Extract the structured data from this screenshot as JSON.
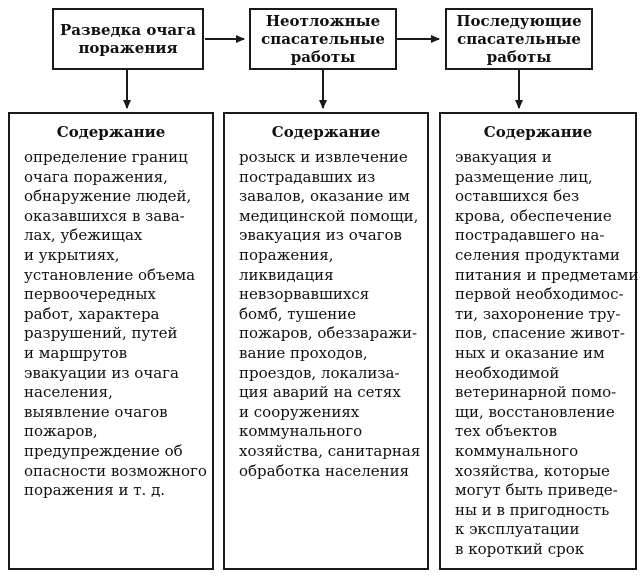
{
  "columns": [
    {
      "header_lines": [
        "Разведка очага",
        "поражения"
      ],
      "content_title": "Содержание",
      "content_lines": [
        "определение границ",
        "очага поражения,",
        "обнаружение людей,",
        "оказавшихся в зава-",
        "лах, убежищах",
        "и укрытиях,",
        "установление объема",
        "первоочередных",
        "работ, характера",
        "разрушений, путей",
        "и маршрутов",
        "эвакуации из очага",
        "населения,",
        "выявление очагов",
        "пожаров,",
        "предупреждение об",
        "опасности возможного",
        "поражения и т. д."
      ]
    },
    {
      "header_lines": [
        "Неотложные",
        "спасательные",
        "работы"
      ],
      "content_title": "Содержание",
      "content_lines": [
        "розыск и извлечение",
        "пострадавших из",
        "завалов, оказание им",
        "медицинской помощи,",
        "эвакуация из очагов",
        "поражения,",
        "ликвидация",
        "невзорвавшихся",
        "бомб, тушение",
        "пожаров, обеззаражи-",
        "вание проходов,",
        "проездов, локализа-",
        "ция аварий на сетях",
        "и сооружениях",
        "коммунального",
        "хозяйства, санитарная",
        "обработка населения"
      ]
    },
    {
      "header_lines": [
        "Последующие",
        "спасательные",
        "работы"
      ],
      "content_title": "Содержание",
      "content_lines": [
        "эвакуация и",
        "размещение лиц,",
        "оставшихся без",
        "крова, обеспечение",
        "пострадавшего на-",
        "селения продуктами",
        "питания и предметами",
        "первой необходимос-",
        "ти, захоронение тру-",
        "пов, спасение живот-",
        "ных и оказание им",
        "необходимой",
        "ветеринарной помо-",
        "щи, восстановление",
        "тех объектов",
        "коммунального",
        "хозяйства, которые",
        "могут быть приведе-",
        "ны и в пригодность",
        "к эксплуатации",
        "в короткий срок"
      ]
    }
  ]
}
